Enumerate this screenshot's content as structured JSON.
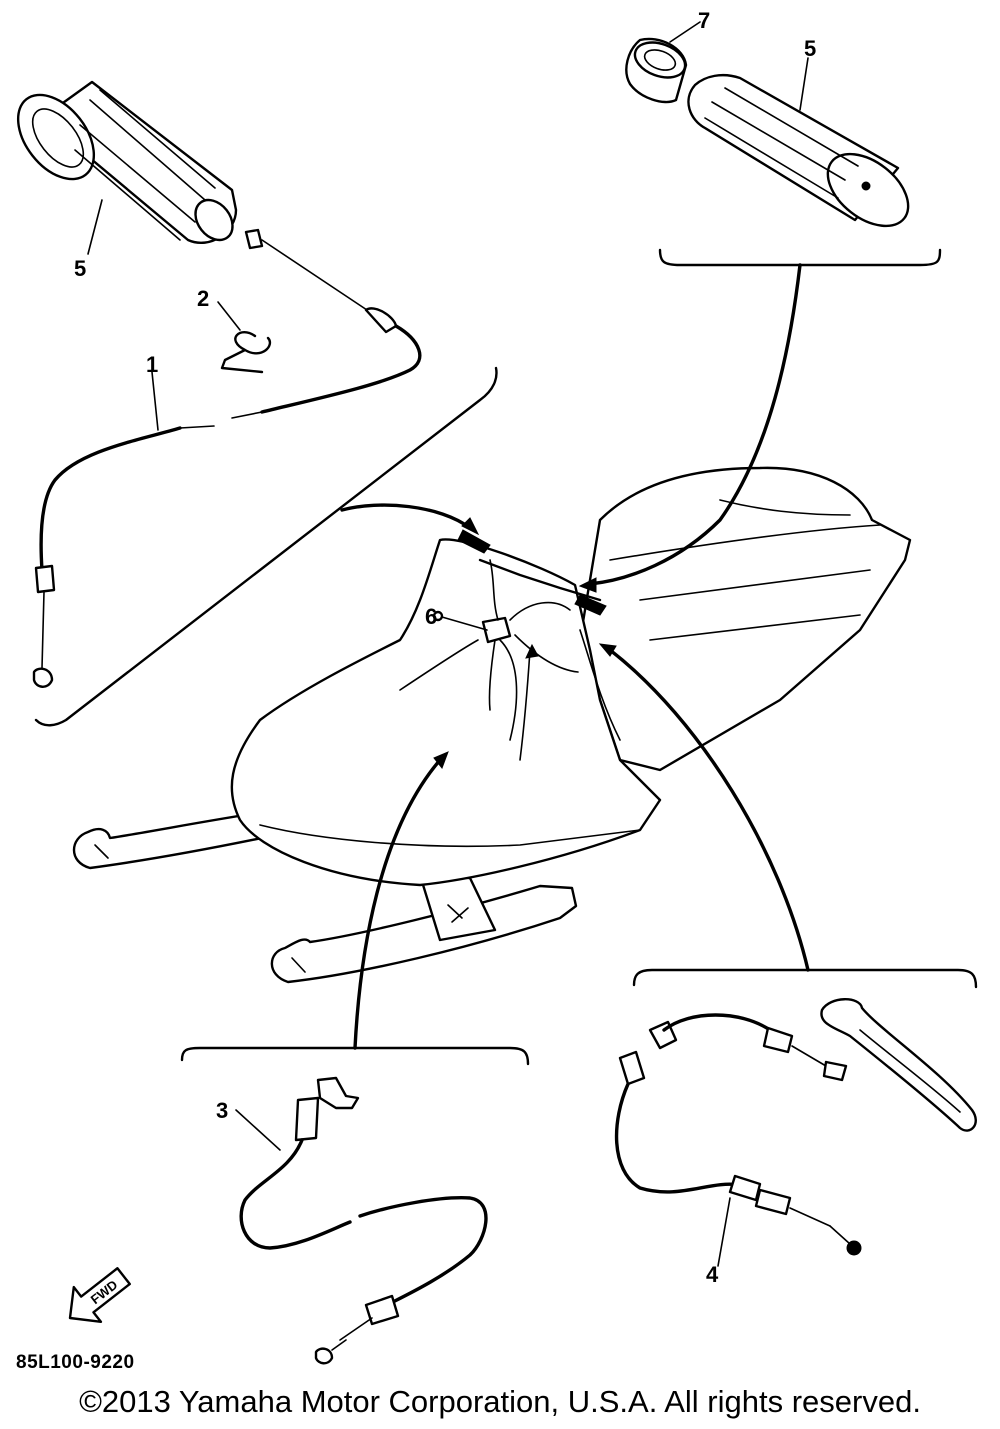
{
  "diagram": {
    "callouts": [
      {
        "id": "1",
        "text": "1"
      },
      {
        "id": "2",
        "text": "2"
      },
      {
        "id": "3",
        "text": "3"
      },
      {
        "id": "4",
        "text": "4"
      },
      {
        "id": "5a",
        "text": "5"
      },
      {
        "id": "5b",
        "text": "5"
      },
      {
        "id": "6",
        "text": "6"
      },
      {
        "id": "7",
        "text": "7"
      }
    ],
    "fwd_label": "FWD",
    "part_code": "85L100-9220",
    "copyright": "©2013 Yamaha Motor Corporation, U.S.A. All rights reserved."
  }
}
